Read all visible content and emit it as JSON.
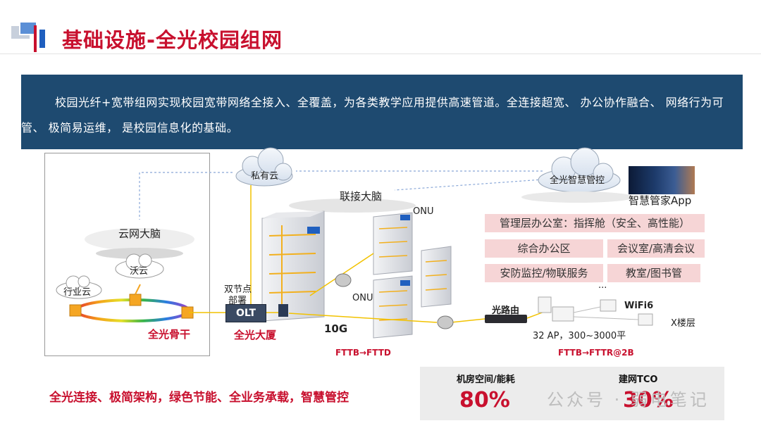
{
  "header": {
    "title": "基础设施-全光校园组网"
  },
  "intro": "校园光纤+宽带组网实现校园宽带网络全接入、全覆盖，为各类教学应用提供高速管道。全连接超宽、 办公协作融合、 网络行为可管、 极简易运维， 是校园信息化的基础。",
  "diagram": {
    "cloud_brain": "云网大脑",
    "wo_cloud": "沃云",
    "industry_cloud": "行业云",
    "backbone": "全光骨干",
    "private_cloud": "私有云",
    "connect_brain": "联接大脑",
    "dual_node_line1": "双节点",
    "dual_node_line2": "部署",
    "olt": "OLT",
    "building": "全光大厦",
    "onu_top": "ONU",
    "onu_mid": "ONU",
    "speed": "10G",
    "fttb_fttd": "FTTB→FTTD",
    "smart_control": "全光智慧管控",
    "app_name": "智慧管家App",
    "zone_command": "管理层办公室：指挥舱（安全、高性能）",
    "zone_office": "综合办公区",
    "zone_meeting": "会议室/高清会议",
    "zone_security": "安防监控/物联服务",
    "zone_classroom": "教室/图书管",
    "ellipsis": "...",
    "optical_router": "光路由",
    "wifi6": "WiFi6",
    "floor": "X楼层",
    "ap_info": "32 AP，300~3000平",
    "fttb_fttr": "FTTB→FTTR@2B"
  },
  "slogan": "全光连接、极简架构，绿色节能、全业务承载，智慧管控",
  "stats": {
    "left_label": "机房空间/能耗",
    "left_value": "80%",
    "right_label": "建网TCO",
    "right_value": "30%"
  },
  "watermark": "公众号 · 弱电笔记",
  "colors": {
    "accent": "#c8102e",
    "banner": "#1e4a70",
    "zone": "#f6d5d6"
  }
}
